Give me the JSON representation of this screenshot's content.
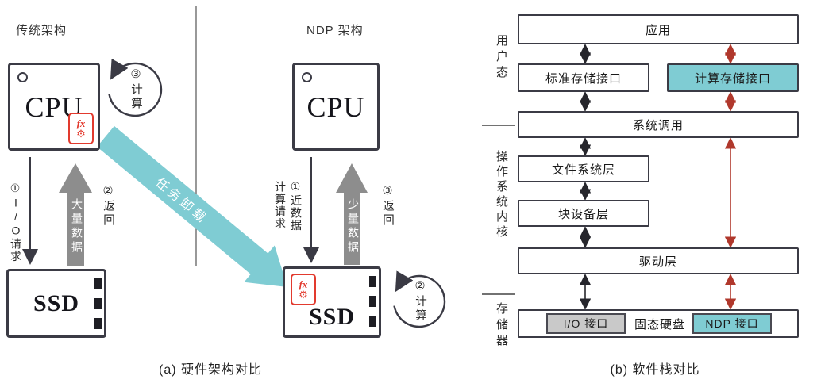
{
  "panel_a": {
    "caption": "(a) 硬件架构对比",
    "offload_label": "任务卸载",
    "fx_label": "fx",
    "traditional": {
      "title": "传统架构",
      "cpu_label": "CPU",
      "ssd_label": "SSD",
      "request_label": "①I/O请求",
      "data_label": "大量数据",
      "return_label": "②返回",
      "compute_label": "③计算"
    },
    "ndp": {
      "title": "NDP 架构",
      "cpu_label": "CPU",
      "ssd_label": "SSD",
      "request_label": "①近数据计算请求",
      "data_label": "少量数据",
      "return_label": "③返回",
      "compute_label": "②计算"
    }
  },
  "panel_b": {
    "caption": "(b) 软件栈对比",
    "side_labels": {
      "user": "用户态",
      "kernel": "操作系统内核",
      "storage": "存储器"
    },
    "boxes": {
      "app": "应用",
      "std_if": "标准存储接口",
      "comp_if": "计算存储接口",
      "syscall": "系统调用",
      "fs": "文件系统层",
      "block": "块设备层",
      "driver": "驱动层",
      "ssd": "固态硬盘",
      "io_if": "I/O 接口",
      "ndp_if": "NDP 接口"
    }
  },
  "icons": {
    "gear": "⚙"
  },
  "colors": {
    "teal": "#7fccd3",
    "gray_arrow": "#8d8d8d",
    "fx_red": "#e23a2e",
    "arrow_red": "#b0382c",
    "box_border": "#3b3b45"
  }
}
